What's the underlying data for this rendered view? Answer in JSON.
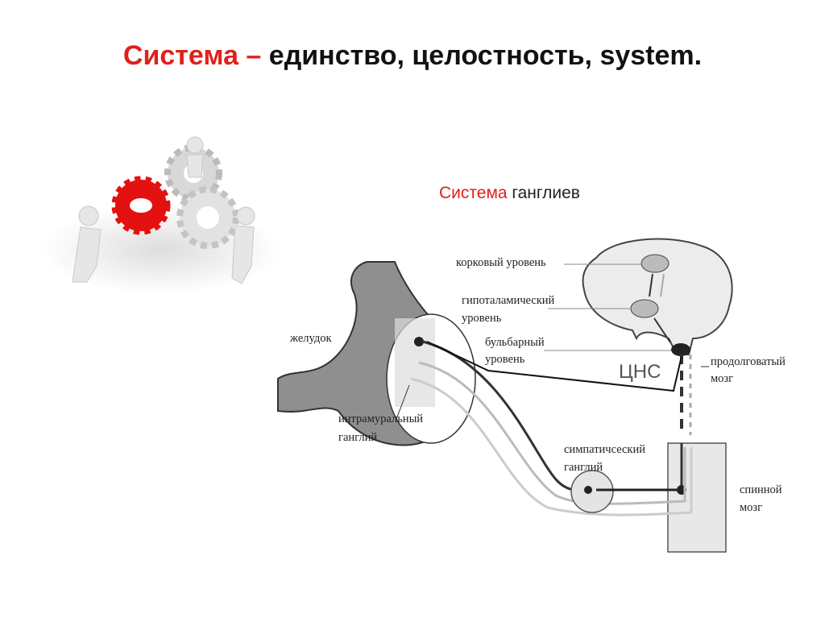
{
  "slide": {
    "title_highlight": "Система –",
    "title_rest": " единство, целостность, system.",
    "subtitle_highlight": "Система",
    "subtitle_rest": " ганглиев"
  },
  "diagram": {
    "labels": {
      "cortical_1": "корковый уровень",
      "hypothalamic_1": "гипоталамический",
      "hypothalamic_2": "уровень",
      "stomach": "желудок",
      "bulbar_1": "бульбарный",
      "bulbar_2": "уровень",
      "cns": "ЦНС",
      "medulla_1": "продолговатый",
      "medulla_2": "мозг",
      "intramural_1": "интрамуральный",
      "intramural_2": "ганглий",
      "sympathetic_1": "симпатичсеский",
      "sympathetic_2": "ганглий",
      "spinal_1": "спинной",
      "spinal_2": "мозг"
    }
  },
  "colors": {
    "accent": "#e0201b"
  }
}
